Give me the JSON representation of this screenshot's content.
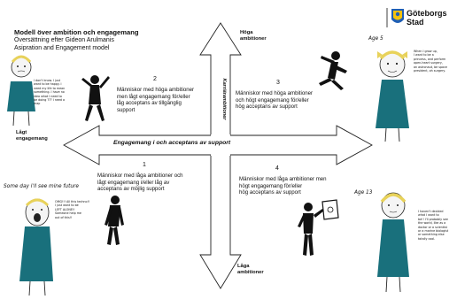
{
  "header": {
    "title": "Modell över ambition och engagemang",
    "subtitle_1": "Översättning efter Gideon Arulmanis",
    "subtitle_2": "Asipration and Engagement model"
  },
  "logo": {
    "text_1": "Göteborgs",
    "text_2": "Stad"
  },
  "axes": {
    "horizontal": "Engagemang i och acceptans av support",
    "vertical": "Karriärambitioner",
    "top": [
      "Höga",
      "ambitioner"
    ],
    "bottom": [
      "Låga",
      "ambitioner"
    ],
    "left": [
      "Lågt",
      "engagemang"
    ]
  },
  "quadrants": [
    {
      "number": "2",
      "lines": [
        "Människor med höga ambitioner",
        "men lågt engagemang för/eller",
        "låg acceptans av tillgänglig",
        "support"
      ]
    },
    {
      "number": "3",
      "lines": [
        "Människor med höga ambitioner",
        "och högt engagemang för/eller",
        "hög acceptans av support"
      ]
    },
    {
      "number": "1",
      "lines": [
        "Människor med låga ambitioner och",
        "lågt engagemang i/eller låg av",
        "acceptans av möjlig support"
      ]
    },
    {
      "number": "4",
      "lines": [
        "Människor med låga ambitioner men",
        "högt engagemang för/eller",
        "hög acceptans av support"
      ]
    }
  ],
  "handwriting": {
    "age_5": "Age 5",
    "age_13": "Age 13",
    "some_day": "Some day i'll see mine future",
    "bubble_top_left": [
      "I don't know. I just",
      "want to be happy. I",
      "need my life to mean",
      "something. I have no",
      "idea what I need to",
      "be doing ??? I need a",
      "map"
    ],
    "bubble_top_right": [
      "When I grow up,",
      "I want to be a",
      "princess, and perform",
      "open-heart surgery,",
      "an astronaut, be space",
      "president, oh surgery."
    ],
    "bubble_bottom_left": [
      "OMG!!! All this techno!!",
      "I just want to be",
      "LEFT ALONE!!",
      "Someone help me",
      "out of this!!"
    ],
    "bubble_bottom_right": [
      "I haven't decided",
      "what I want to",
      "be!! I'll probably see",
      "the world, like as a",
      "doctor or a scientist",
      "or a marine biologist",
      "or something else",
      "totally cool."
    ]
  }
}
